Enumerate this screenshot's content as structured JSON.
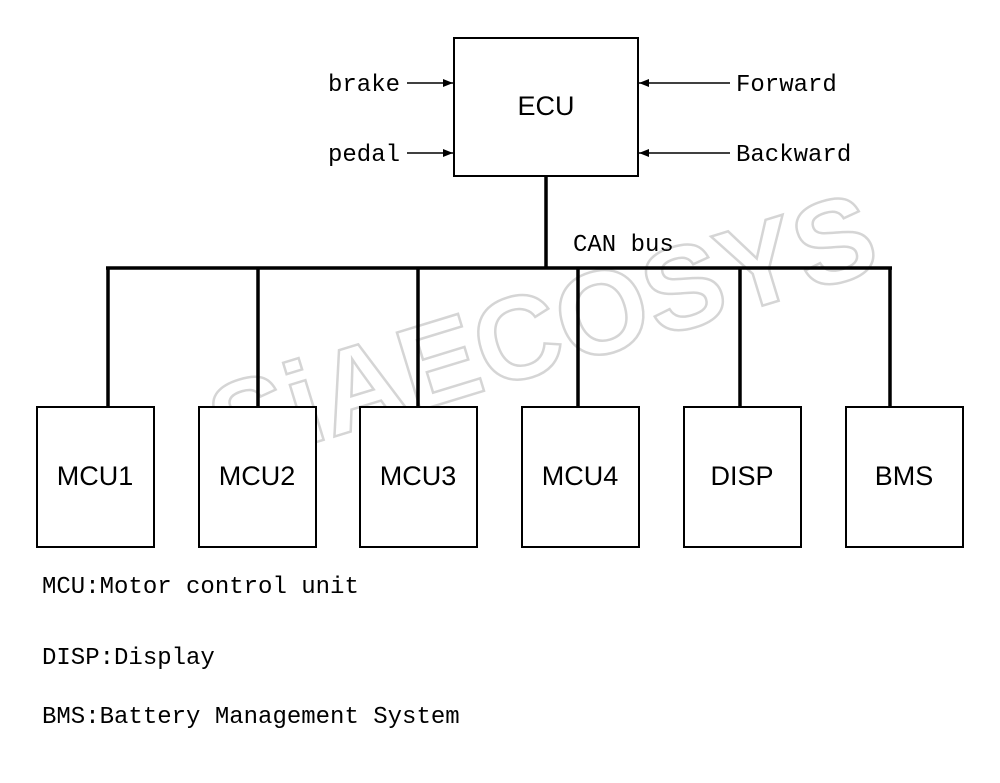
{
  "ecu": {
    "label": "ECU"
  },
  "inputs": [
    {
      "label": "brake"
    },
    {
      "label": "pedal"
    },
    {
      "label": "Forward"
    },
    {
      "label": "Backward"
    }
  ],
  "bus": {
    "label": "CAN bus"
  },
  "nodes": [
    {
      "label": "MCU1"
    },
    {
      "label": "MCU2"
    },
    {
      "label": "MCU3"
    },
    {
      "label": "MCU4"
    },
    {
      "label": "DISP"
    },
    {
      "label": "BMS"
    }
  ],
  "legend": [
    {
      "text": "MCU:Motor control unit"
    },
    {
      "text": "DISP:Display"
    },
    {
      "text": "BMS:Battery Management System"
    }
  ],
  "watermark": {
    "text": "SiAECOSYS",
    "color": "#c8c8c8"
  }
}
